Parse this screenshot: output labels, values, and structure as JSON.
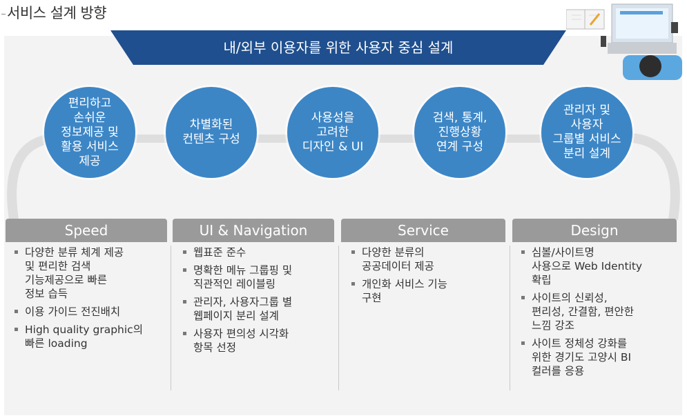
{
  "title": "서비스 설계 방향",
  "banner": "내/외부 이용자를 위한 사용자 중심 설계",
  "circles": [
    "편리하고\n손쉬운\n정보제공 및\n활용 서비스\n제공",
    "차별화된\n컨텐츠 구성",
    "사용성을\n고려한\n디자인 & UI",
    "검색, 통계,\n진행상황\n연계 구성",
    "관리자 및\n사용자\n그룹별 서비스\n분리 설계"
  ],
  "columns": [
    {
      "heading": "Speed",
      "items": [
        "다양한 분류 체계 제공\n및 편리한 검색\n기능제공으로 빠른\n정보 습득",
        "이용 가이드 전진배치",
        "High quality graphic의\n빠른 loading"
      ]
    },
    {
      "heading": "UI & Navigation",
      "items": [
        "웹표준 준수",
        "명확한 메뉴 그룹핑 및\n직관적인 레이블링",
        "관리자, 사용자그룹 별\n웹페이지 분리 설계",
        "사용자 편의성 시각화\n항목 선정"
      ]
    },
    {
      "heading": "Service",
      "items": [
        "다양한 분류의\n공공데이터 제공",
        "개인화 서비스 기능\n구현"
      ]
    },
    {
      "heading": "Design",
      "items": [
        "심볼/사이트명\n사용으로 Web Identity\n확립",
        "사이트의 신뢰성,\n편리성, 간결함, 편안한\n느낌 강조",
        "사이트 정체성 강화를\n위한 경기도 고양시 BI\n컬러를 응용"
      ]
    }
  ],
  "colors": {
    "banner": "#1f4f8e",
    "circle": "#3c86c6",
    "column_header": "#9a9a9a",
    "background": "#f3f3f3"
  },
  "icons": [
    "office-desk-illustration-icon"
  ]
}
